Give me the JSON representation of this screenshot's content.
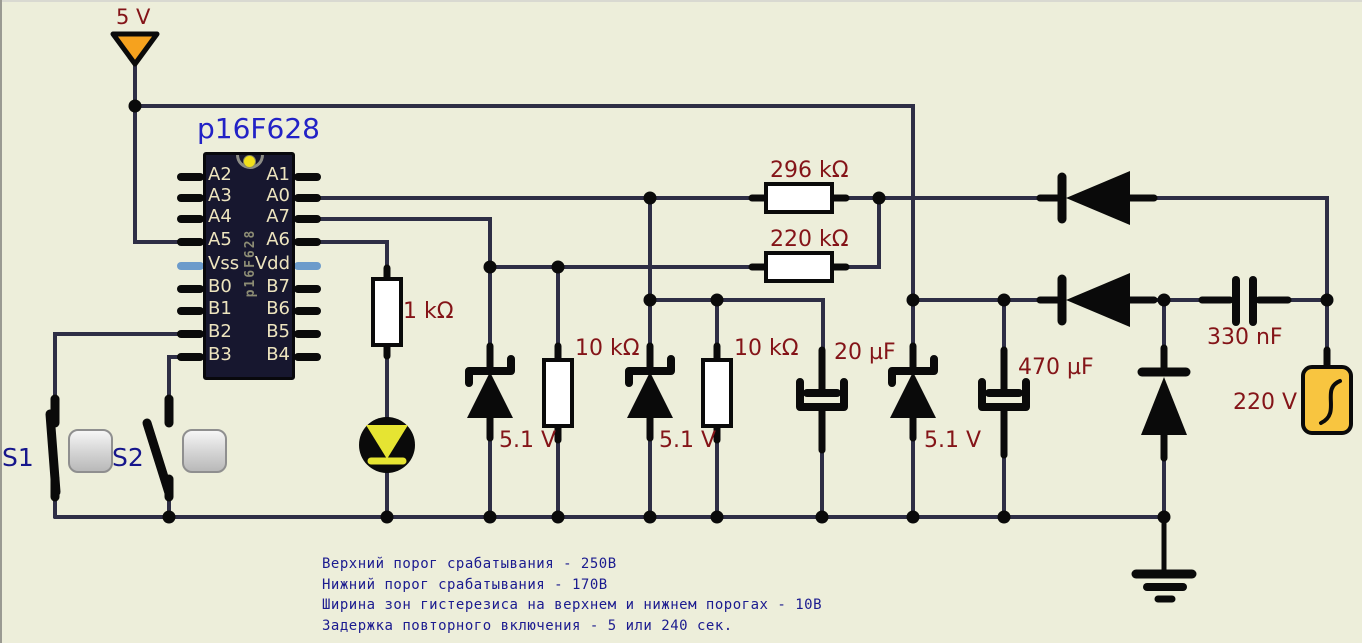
{
  "app": {
    "type": "circuit-simulator-schematic"
  },
  "colors": {
    "background": "#EDEEDA",
    "wire": "#2E2E45",
    "component": "#0a0a0a",
    "value_label": "#841418",
    "note_text": "#1B1B8F",
    "chip_body": "#17172F",
    "chip_pin_label": "#EDE4BE",
    "chip_title": "#2222C6",
    "power_pin": "#6C9BCB",
    "vcc_fill": "#F6A21E",
    "ac_fill": "#F8C540",
    "led_glow": "#E6E432"
  },
  "components": {
    "vcc": {
      "label": "5 V"
    },
    "mcu": {
      "title": "p16F628",
      "package_text": "p16F628",
      "left_pins": [
        "A2",
        "A3",
        "A4",
        "A5",
        "Vss",
        "B0",
        "B1",
        "B2",
        "B3"
      ],
      "right_pins": [
        "A1",
        "A0",
        "A7",
        "A6",
        "Vdd",
        "B7",
        "B6",
        "B5",
        "B4"
      ]
    },
    "r296": {
      "label": "296 kΩ"
    },
    "r220": {
      "label": "220 kΩ"
    },
    "r1k": {
      "label": "1 kΩ"
    },
    "r10k_a": {
      "label": "10 kΩ"
    },
    "r10k_b": {
      "label": "10 kΩ"
    },
    "c20uF": {
      "label": "20 µF"
    },
    "c470uF": {
      "label": "470 µF"
    },
    "c330nF": {
      "label": "330 nF"
    },
    "zener_a": {
      "label": "5.1 V"
    },
    "zener_b": {
      "label": "5.1 V"
    },
    "zener_c": {
      "label": "5.1 V"
    },
    "ac": {
      "label": "220 V"
    },
    "sw1": {
      "label": "S1"
    },
    "sw2": {
      "label": "S2"
    }
  },
  "notes": {
    "lines": [
      "Верхний порог срабатывания - 250В",
      "Нижний порог срабатывания - 170В",
      "Ширина зон гистерезиса на верхнем и нижнем порогах - 10В",
      "Задержка повторного включения - 5 или 240 сек."
    ]
  }
}
